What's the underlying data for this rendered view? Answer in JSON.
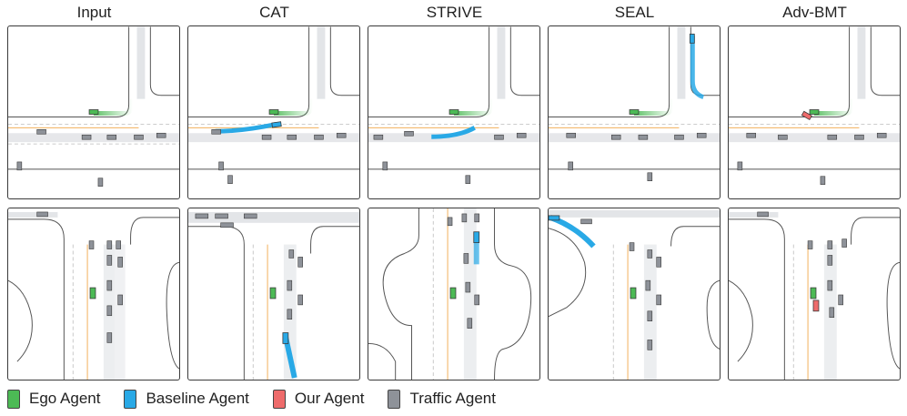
{
  "columns": [
    {
      "title": "Input"
    },
    {
      "title": "CAT"
    },
    {
      "title": "STRIVE"
    },
    {
      "title": "SEAL"
    },
    {
      "title": "Adv-BMT"
    }
  ],
  "legend": [
    {
      "label": "Ego Agent",
      "color": "#4cba55"
    },
    {
      "label": "Baseline Agent",
      "color": "#29a9e6"
    },
    {
      "label": "Our Agent",
      "color": "#ee6b6b"
    },
    {
      "label": "Traffic Agent",
      "color": "#8e9299"
    }
  ]
}
